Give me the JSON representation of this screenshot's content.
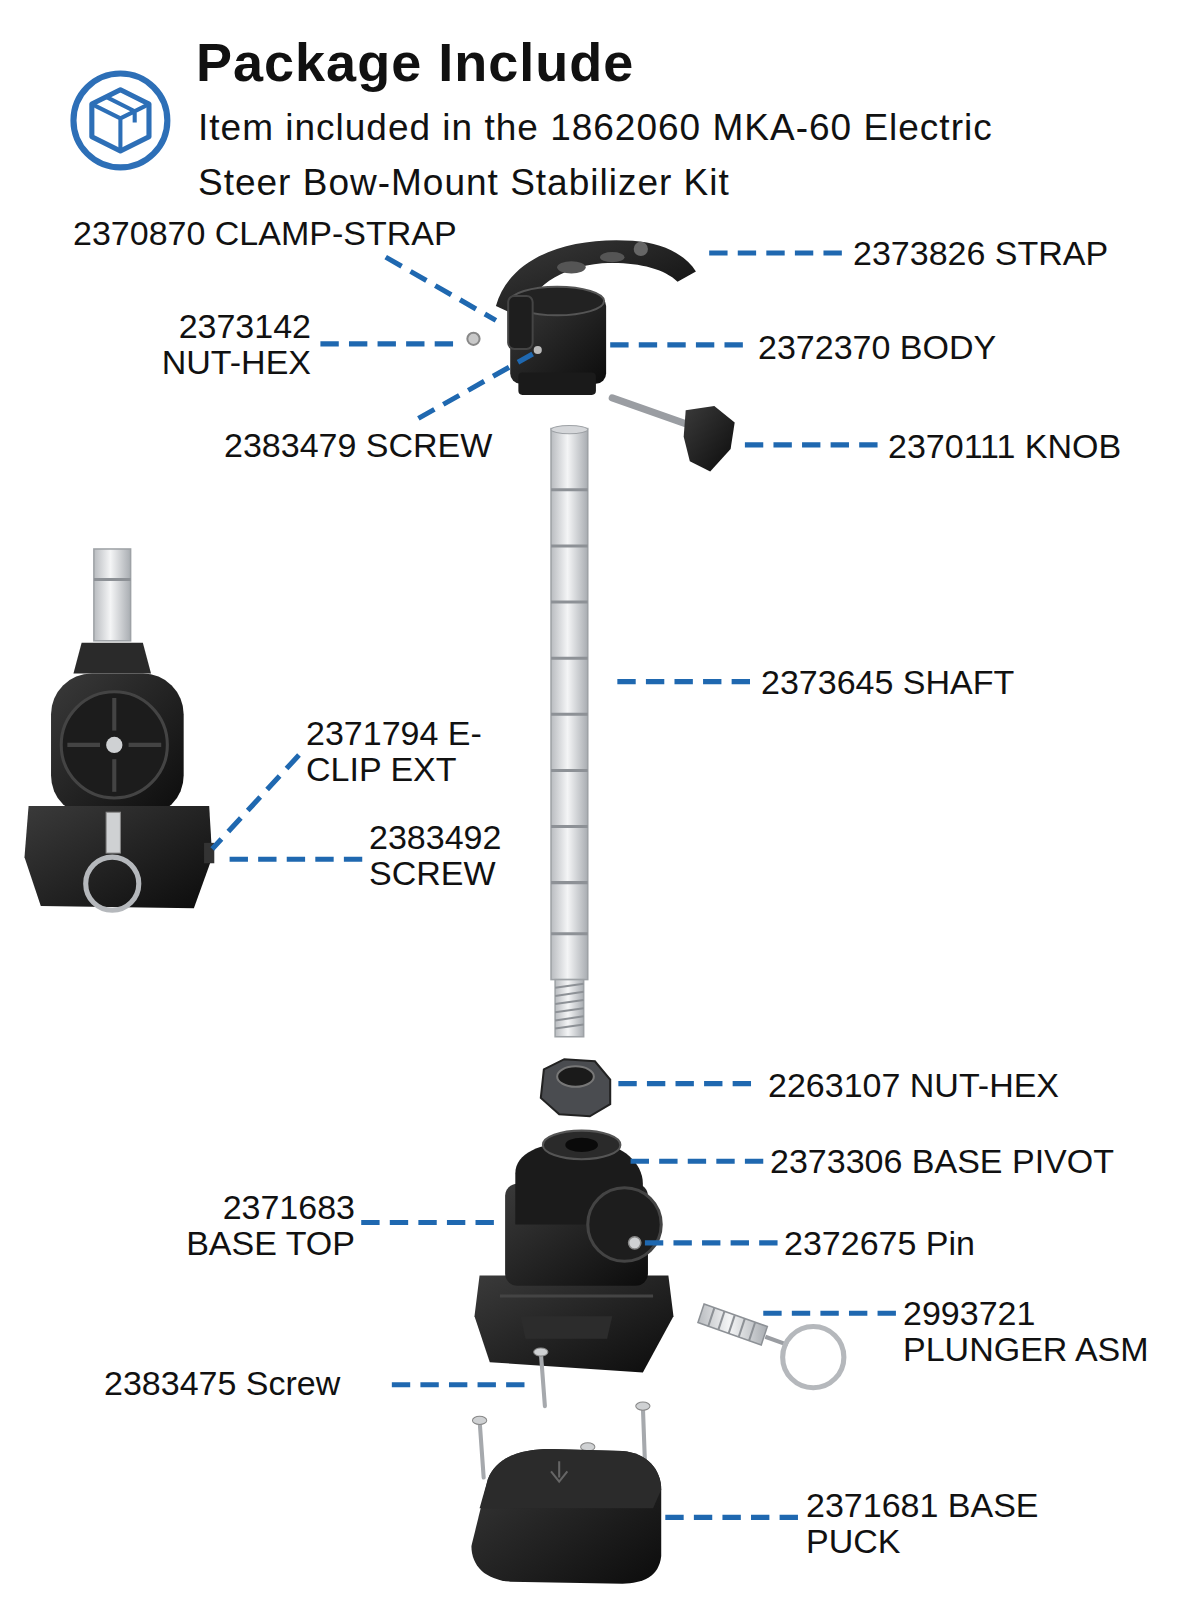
{
  "diagram": {
    "title": "Package Include",
    "labels": [
      "Item included in the 1862060 MKA-60 Electric Steer Bow-Mount Stabilizer Kit",
      "2370870 CLAMP-STRAP",
      "2373826 STRAP",
      "2373142 NUT-HEX",
      "2372370 BODY",
      "2383479 SCREW",
      "2370111 KNOB",
      "2373645 SHAFT",
      "2371794 E-CLIP EXT",
      "2383492 SCREW",
      "2263107 NUT-HEX",
      "2373306 BASE PIVOT",
      "2371683 BASE TOP",
      "2372675 Pin",
      "2993721 PLUNGER ASM",
      "2383475 Screw",
      "2371681 BASE PUCK"
    ]
  }
}
